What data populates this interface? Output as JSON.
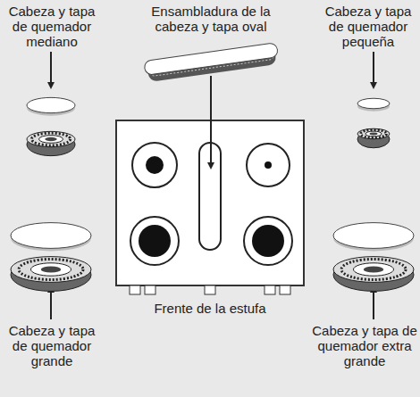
{
  "diagram": {
    "labels": [
      "Cabeza y tapa de quemador mediano",
      "Ensambladura de la cabeza y tapa oval",
      "Cabeza y tapa de quemador pequeña",
      "Cabeza y tapa de quemador grande",
      "Frente de la estufa",
      "Cabeza y tapa de quemador extra grande"
    ]
  }
}
